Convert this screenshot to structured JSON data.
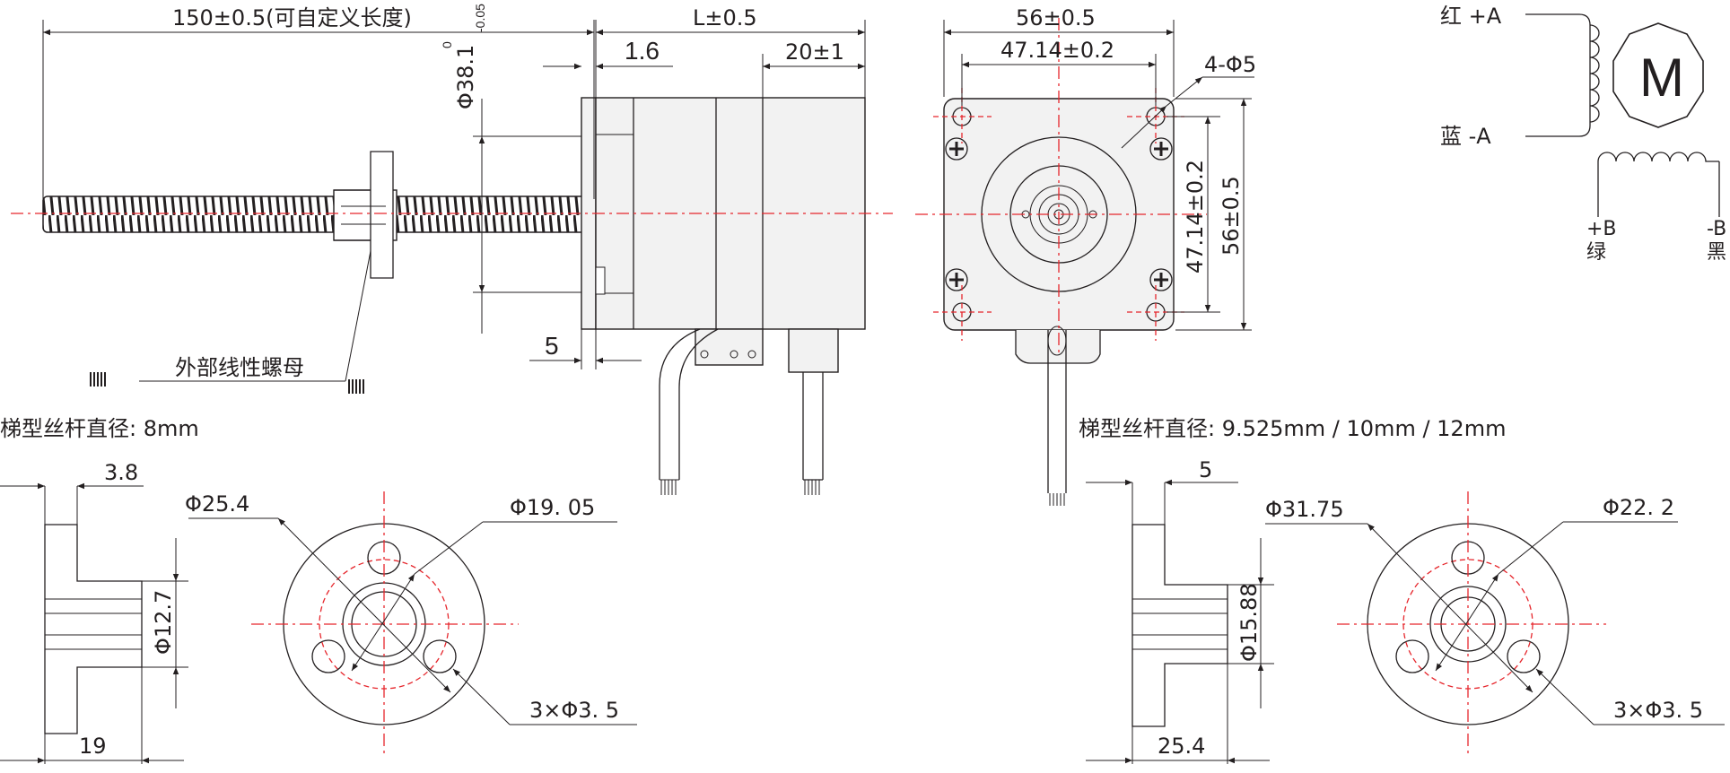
{
  "colors": {
    "line": "#231f20",
    "centerline": "#e6262c",
    "body_fill": "#f2f2f2"
  },
  "side_view": {
    "overall_length": "150±0.5(可自定义长度)",
    "motor_length": "L±0.5",
    "flange_thickness": "1.6",
    "rear_length": "20±1",
    "pilot_diameter": "Φ38.1",
    "pilot_tol_upper": "0",
    "pilot_tol_lower": "-0.05",
    "flange_offset": "5",
    "nut_label": "外部线性螺母"
  },
  "front_view": {
    "width": "56±0.5",
    "hole_spacing": "47.14±0.2",
    "holes": "4-Φ5",
    "height_holes": "47.14±0.2",
    "height": "56±0.5"
  },
  "wiring": {
    "a_plus": "红  +A",
    "a_minus": "蓝  -A",
    "motor": "M",
    "b_plus_sign": "+B",
    "b_plus_color": "绿",
    "b_minus_sign": "-B",
    "b_minus_color": "黑"
  },
  "nut_small": {
    "title": "梯型丝杆直径:  8mm",
    "flange_thk": "3.8",
    "bore": "Φ12.7",
    "length": "19",
    "outer_dia": "Φ25.4",
    "pcd": "Φ19. 05",
    "holes": "3×Φ3. 5"
  },
  "nut_large": {
    "title": "梯型丝杆直径:  9.525mm / 10mm / 12mm",
    "flange_thk": "5",
    "bore": "Φ15.88",
    "length": "25.4",
    "outer_dia": "Φ31.75",
    "pcd": "Φ22. 2",
    "holes": "3×Φ3. 5"
  }
}
